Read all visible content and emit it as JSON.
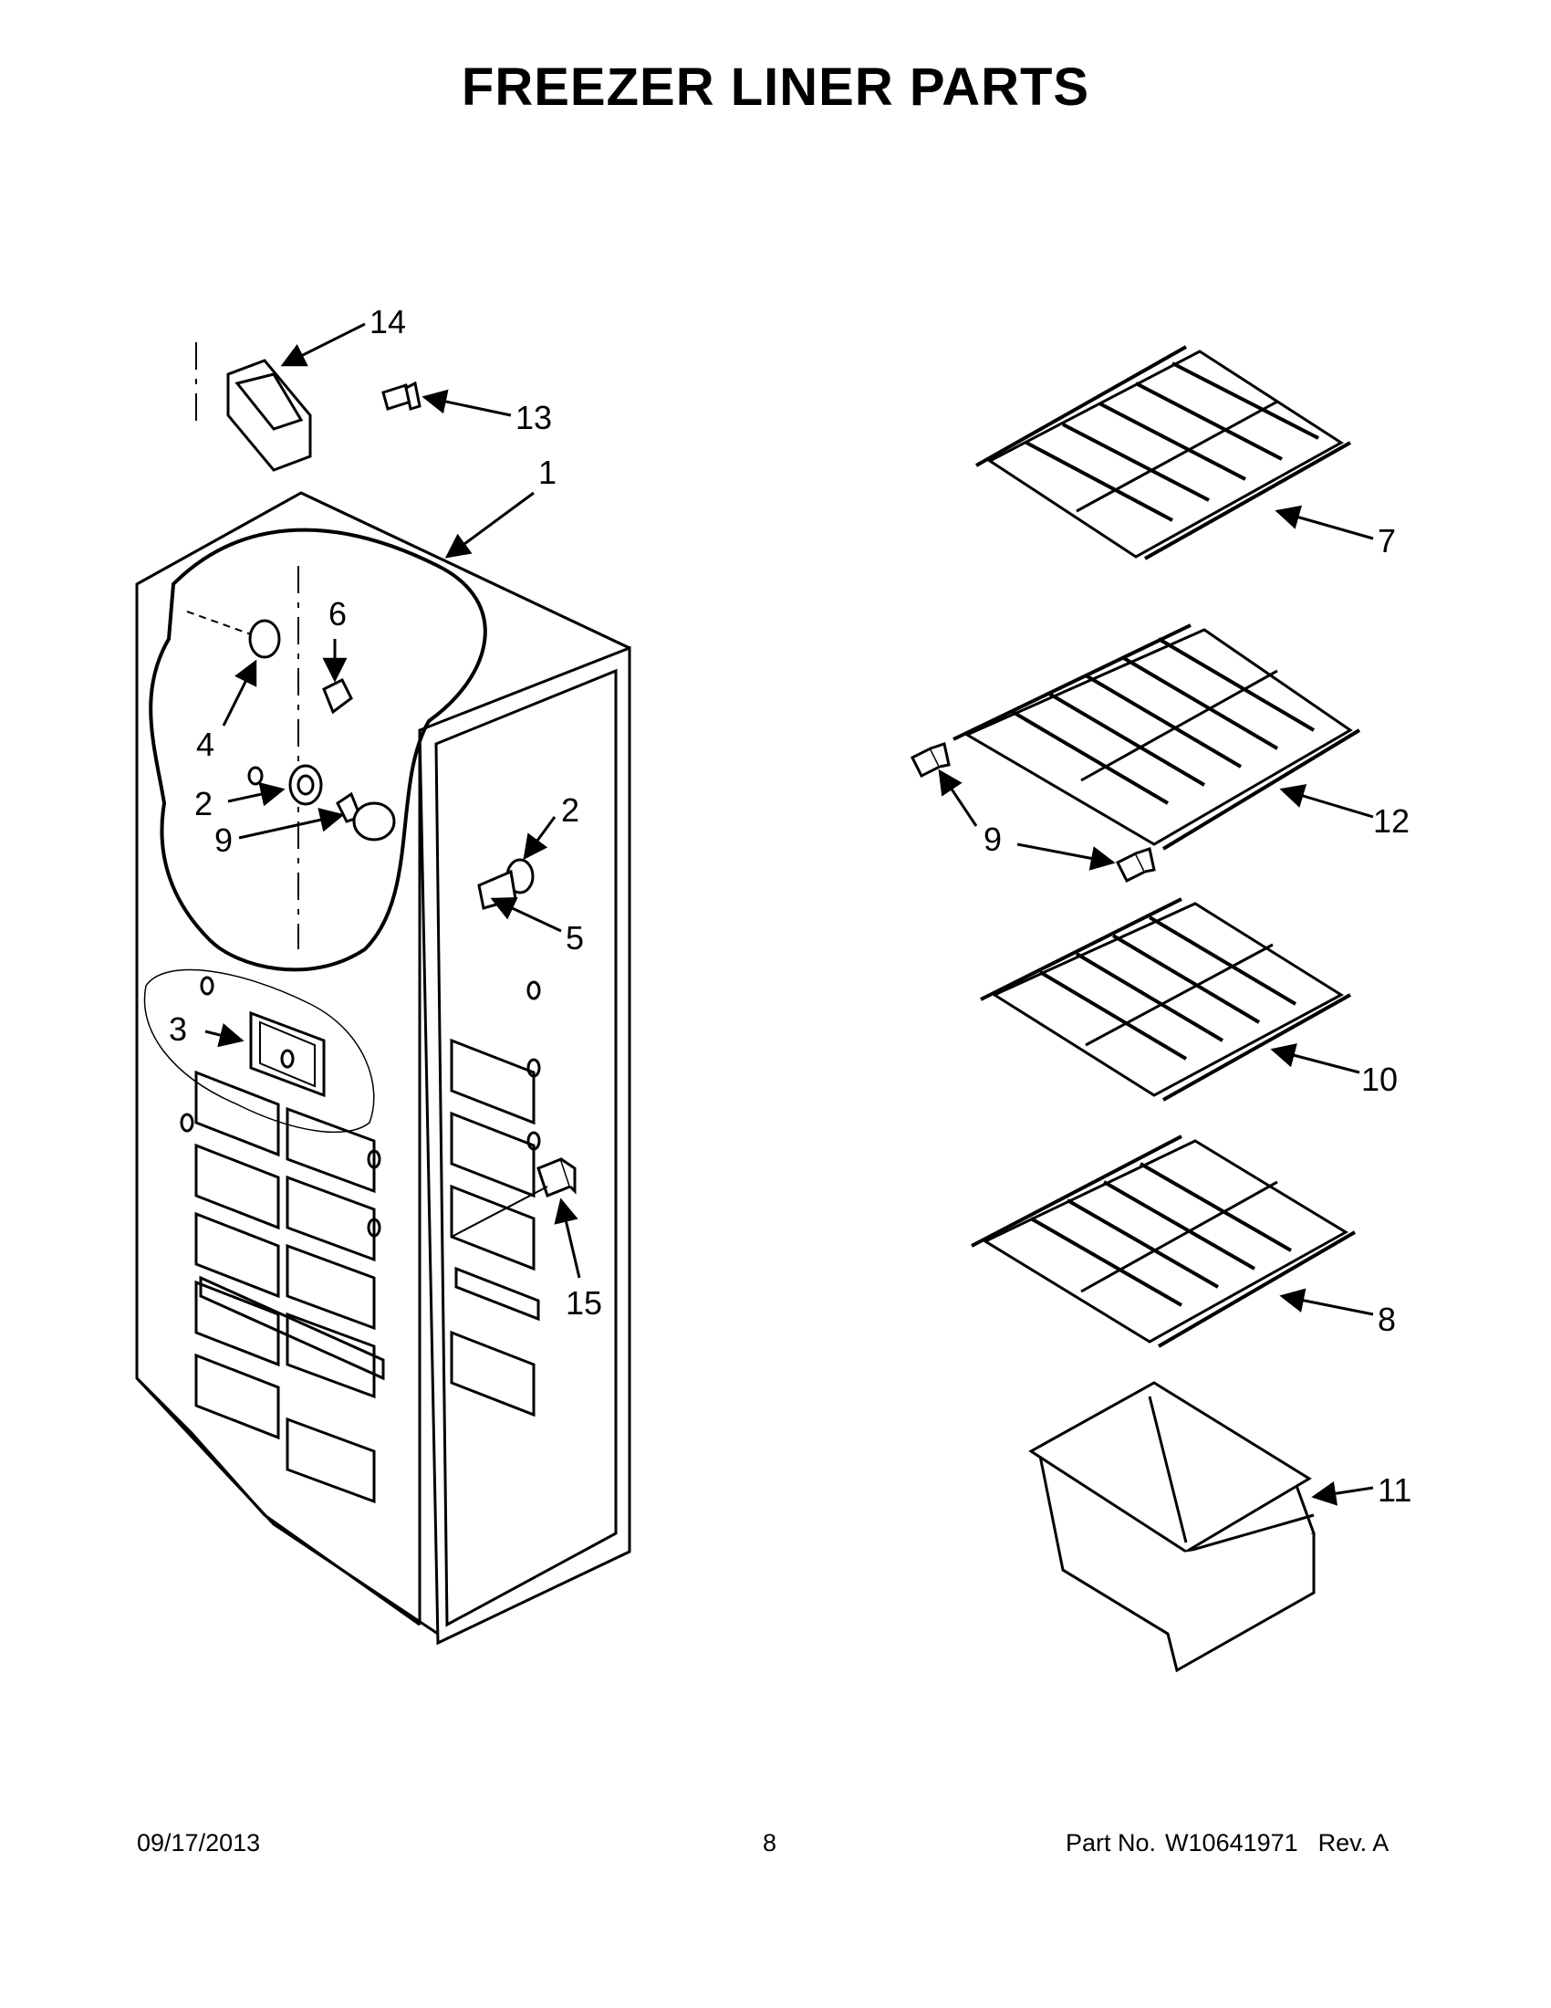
{
  "page": {
    "title": "FREEZER LINER PARTS"
  },
  "callouts": [
    "14",
    "13",
    "1",
    "6",
    "4",
    "2",
    "9",
    "2",
    "5",
    "3",
    "15",
    "7",
    "9",
    "12",
    "10",
    "8",
    "11"
  ],
  "footer": {
    "date": "09/17/2013",
    "page_number": "8",
    "part_label": "Part No.",
    "part_number": "W10641971",
    "revision": "Rev.  A"
  }
}
